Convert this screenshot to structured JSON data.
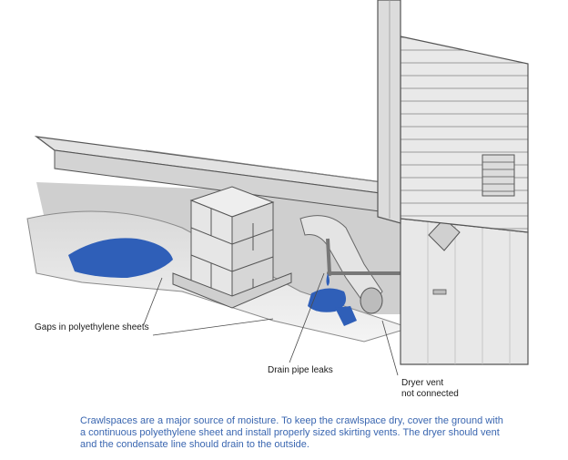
{
  "colors": {
    "water": "#2f5fb8",
    "line": "#4a4a4a",
    "caption": "#3a66b0"
  },
  "callouts": {
    "gaps": "Gaps in polyethylene sheets",
    "drain": "Drain pipe leaks",
    "dryer_line1": "Dryer vent",
    "dryer_line2": "not connected"
  },
  "caption": {
    "line1": "Crawlspaces are a major source of moisture. To keep the crawlspace dry, cover the ground with",
    "line2": "a continuous polyethylene sheet and install properly sized skirting vents.  The dryer should vent",
    "line3": "and the condensate line should drain to the outside."
  }
}
